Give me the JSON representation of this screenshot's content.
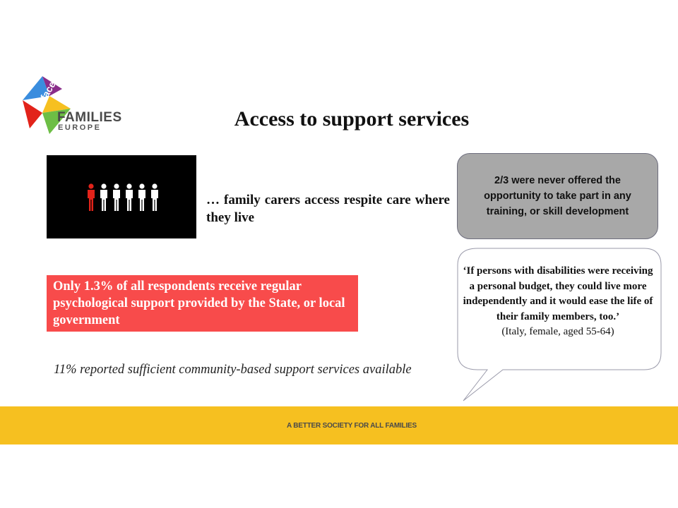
{
  "logo": {
    "letters": "coface",
    "main": "FAMILIES",
    "sub": "EUROPE",
    "colors": [
      "#e2231a",
      "#3a8dde",
      "#6dbe45",
      "#f6c020",
      "#8a2d8a"
    ]
  },
  "title": "Access to support services",
  "people_icon": {
    "highlight_color": "#e2231a",
    "other_color": "#ffffff"
  },
  "respite_text": "… family carers access respite care where they live",
  "red_box": {
    "text": "Only 1.3% of all respondents receive regular psychological support provided by the State, or local government"
  },
  "sufficient_text": "11% reported sufficient community-based support services available",
  "grey_bubble": {
    "text": "2/3 were never offered the opportunity to take part in any training, or skill development"
  },
  "quote": {
    "text": "‘If persons with disabilities were receiving a personal budget, they could live more independently and it would ease the life of their family members, too.’",
    "attribution": "(Italy, female, aged 55-64)"
  },
  "footer": {
    "text": "A BETTER SOCIETY FOR ALL FAMILIES"
  }
}
